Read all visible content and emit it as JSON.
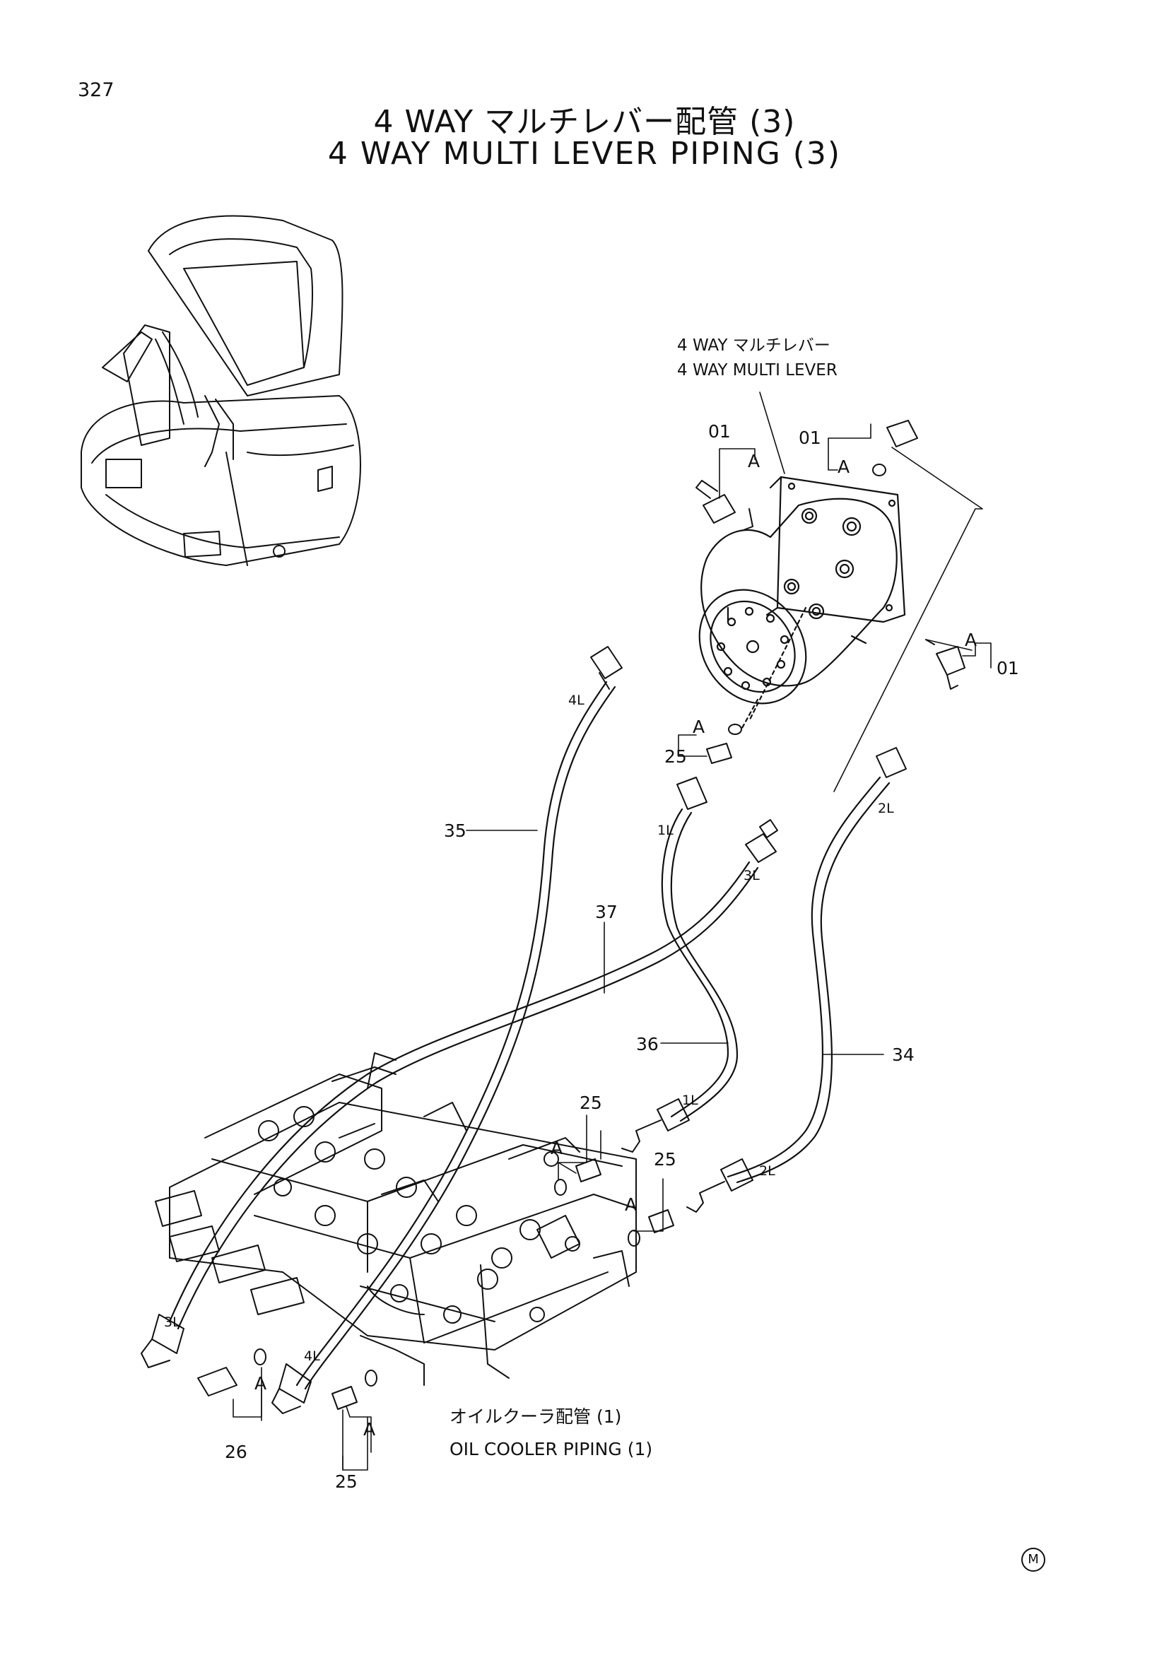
{
  "page_number": "327",
  "title_jp": "4 WAY マルチレバー配管 (3)",
  "title_en": "4 WAY MULTI LEVER PIPING (3)",
  "component_labels": {
    "lever_jp": "4 WAY マルチレバー",
    "lever_en": "4 WAY MULTI LEVER",
    "cooler_jp": "オイルクーラ配管 (1)",
    "cooler_en": "OIL COOLER PIPING (1)"
  },
  "part_numbers": {
    "p01": "01",
    "p25": "25",
    "p26": "26",
    "p34": "34",
    "p35": "35",
    "p36": "36",
    "p37": "37"
  },
  "detail_marker": "A",
  "hose_ends": {
    "h1L": "1L",
    "h2L": "2L",
    "h3L": "3L",
    "h4L": "4L"
  },
  "corner_mark": "M"
}
